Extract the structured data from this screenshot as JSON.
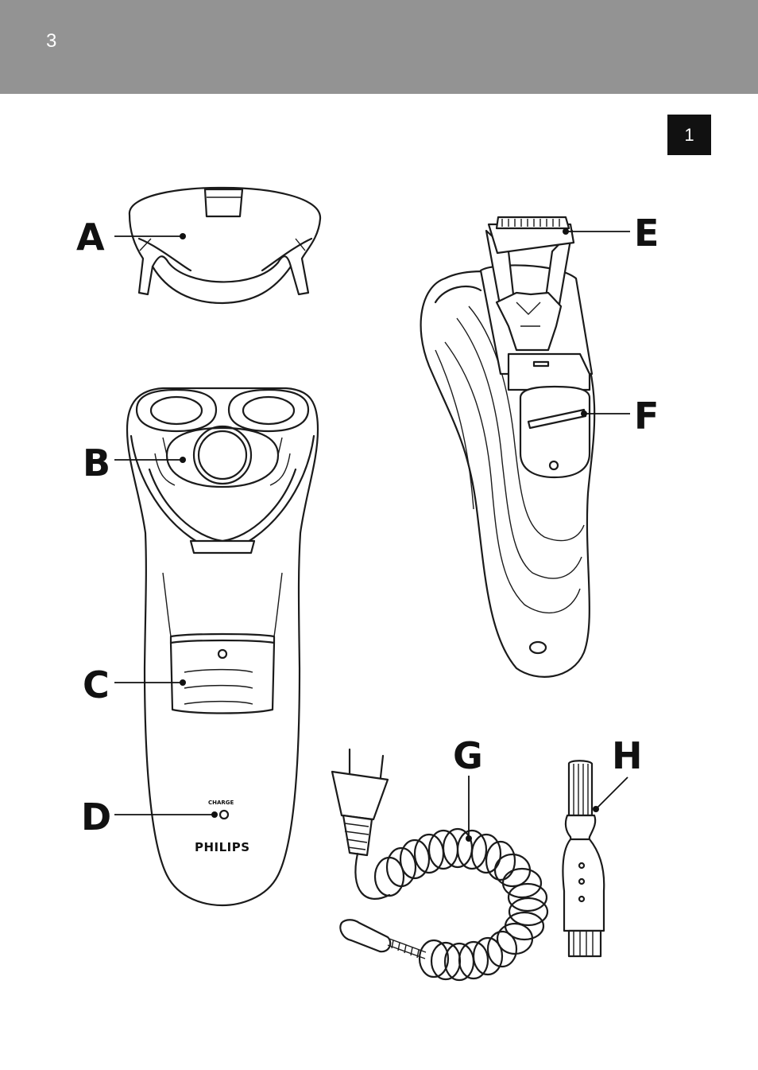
{
  "header": {
    "page_number": "3"
  },
  "section_tab": "1",
  "labels": {
    "A": "A",
    "B": "B",
    "C": "C",
    "D": "D",
    "E": "E",
    "F": "F",
    "G": "G",
    "H": "H"
  },
  "shaver": {
    "indicator_text": "CHARGE",
    "brand": "PHILIPS"
  },
  "colors": {
    "header_bar": "#939393",
    "tab": "#111111"
  }
}
